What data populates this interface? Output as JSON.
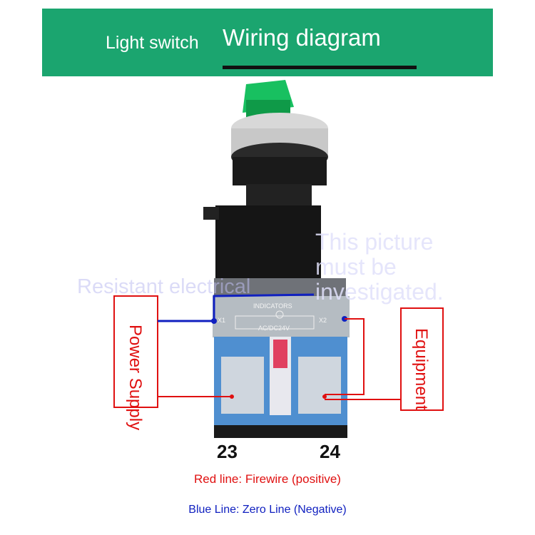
{
  "header": {
    "subtitle": "Light switch",
    "title": "Wiring diagram"
  },
  "watermarks": {
    "left": "Resistant electrical",
    "right_lines": [
      "This picture",
      "must be",
      "investigated."
    ]
  },
  "device": {
    "indicator_brand": "INDICATORS",
    "terminal_x1": "X1",
    "terminal_x2": "X2",
    "voltage": "AC/DC24V"
  },
  "labels": {
    "power_supply": "Power Supply",
    "equipment": "Equipment",
    "terminal_left": "23",
    "terminal_right": "24"
  },
  "legend": {
    "red": "Red line: Firewire (positive)",
    "blue": "Blue Line: Zero Line (Negative)"
  },
  "colors": {
    "banner": "#1ba56f",
    "red": "#e01010",
    "blue": "#1020c0"
  }
}
